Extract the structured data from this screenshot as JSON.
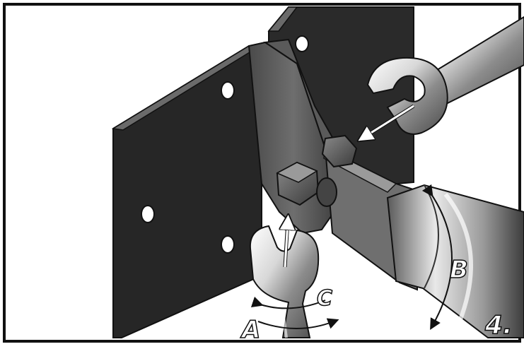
{
  "labels": {
    "a": "A",
    "b": "B",
    "c": "C",
    "step": "4."
  },
  "colors": {
    "plate": "#2a2a2a",
    "plate_edge": "#555555",
    "plate_top": "#6a6a6a",
    "wrench_light": "#e0e0e0",
    "wrench_mid": "#a8a8a8",
    "wrench_dark": "#555555",
    "arrow": "#ffffff",
    "outline": "#111111"
  },
  "icons": {
    "upper_wrench": "open-end-wrench-icon",
    "lower_wrench": "open-end-wrench-icon",
    "bolt": "hex-bolt-icon",
    "nut": "hex-nut-icon"
  }
}
